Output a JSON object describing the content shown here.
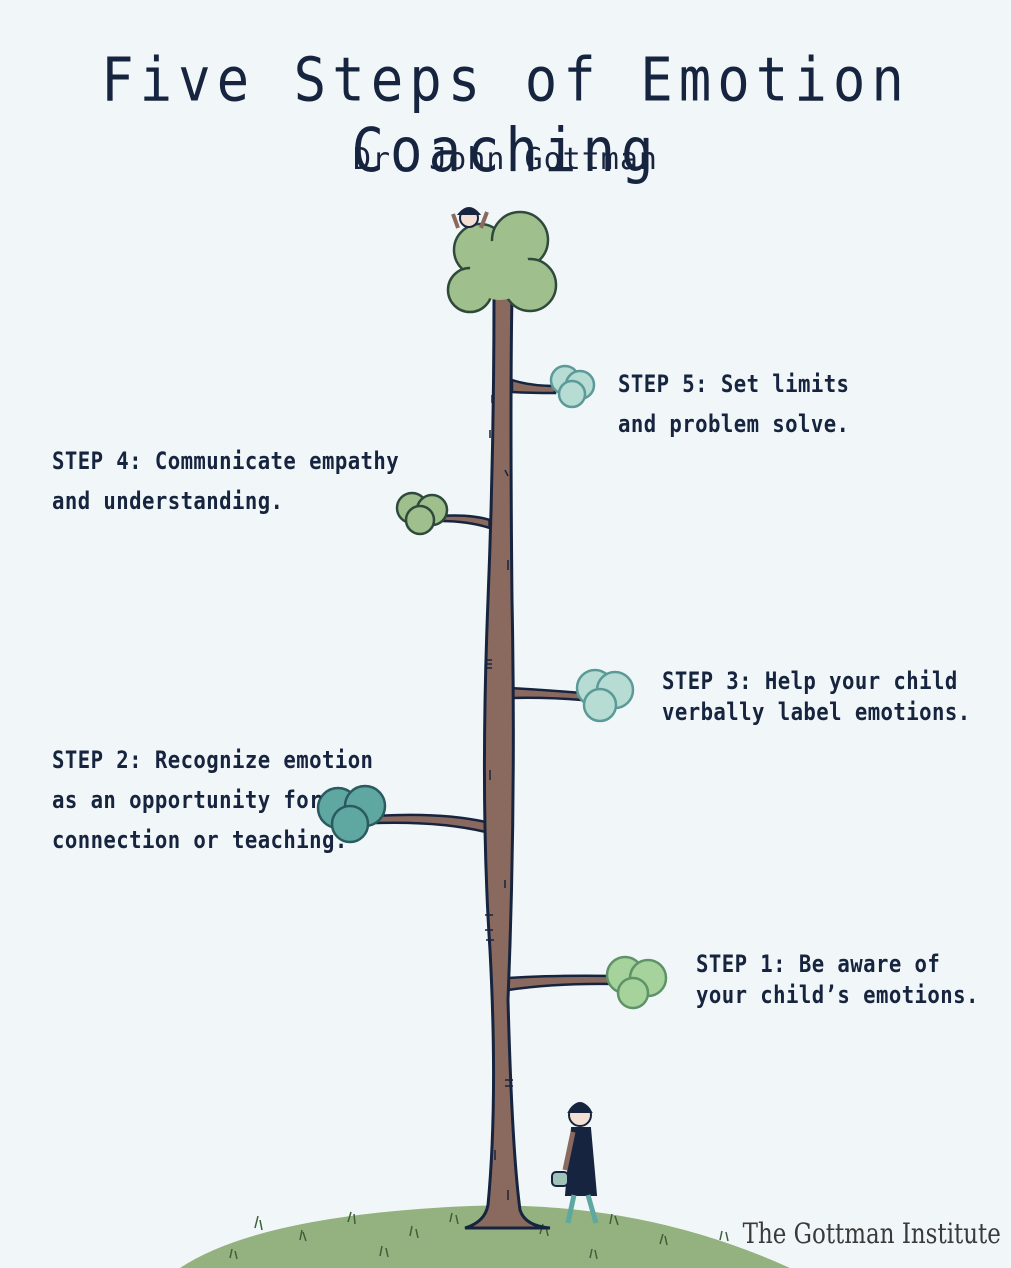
{
  "title": "Five Steps of Emotion Coaching",
  "subtitle": "Dr. John Gottman",
  "steps": {
    "step5": {
      "line1": "STEP 5: Set limits",
      "line2": "and problem solve."
    },
    "step4": {
      "line1": "STEP 4: Communicate empathy",
      "line2": "and understanding."
    },
    "step3": {
      "line1": "STEP 3: Help your child",
      "line2": "verbally label emotions."
    },
    "step2": {
      "line1": "STEP 2: Recognize emotion",
      "line2": "as an opportunity for",
      "line3": "connection or teaching."
    },
    "step1": {
      "line1": "STEP 1: Be aware of",
      "line2": "your child’s emotions."
    }
  },
  "brand": "The Gottman Institute",
  "colors": {
    "background": "#f1f7f8",
    "text": "#17243f",
    "trunk": "#8a6a5f",
    "outline": "#17243f",
    "grass": "#93b27f",
    "leaf_green": "#a6c79a",
    "leaf_dark_green": "#8fb17c",
    "leaf_mint": "#b6dcd3",
    "leaf_teal": "#5fa7a1"
  }
}
